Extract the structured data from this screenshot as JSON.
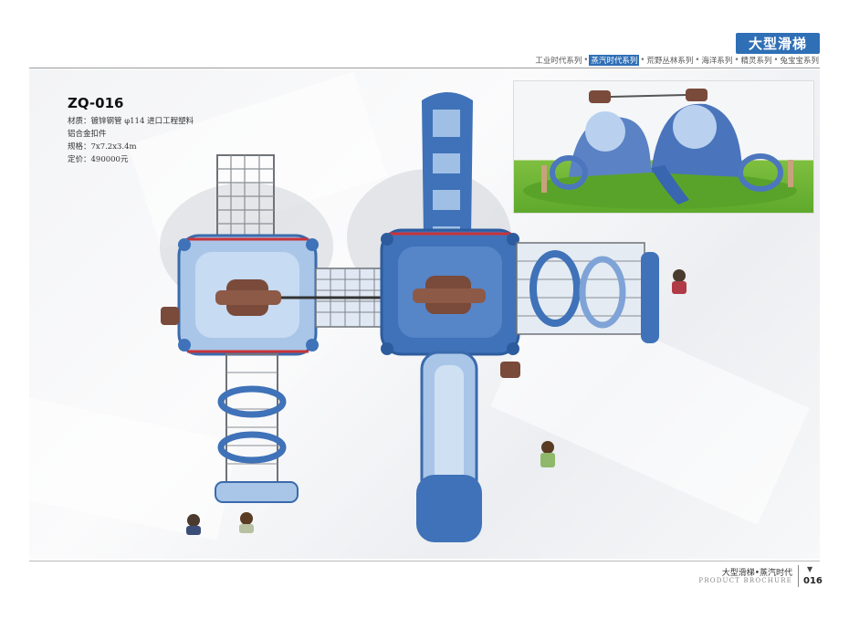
{
  "header": {
    "badge": "大型滑梯",
    "series": [
      {
        "label": "工业时代系列",
        "active": false
      },
      {
        "label": "蒸汽时代系列",
        "active": true
      },
      {
        "label": "荒野丛林系列",
        "active": false
      },
      {
        "label": "海洋系列",
        "active": false
      },
      {
        "label": "精灵系列",
        "active": false
      },
      {
        "label": "兔宝宝系列",
        "active": false
      }
    ],
    "separator": "•"
  },
  "product": {
    "code": "ZQ-016",
    "specs": [
      {
        "text": "材质：镀锌钢管 φ114    进口工程塑料"
      },
      {
        "text": "           铝合金扣件"
      },
      {
        "text": "规格：7x7.2x3.4m"
      },
      {
        "text": "定价：490000元"
      }
    ]
  },
  "footer": {
    "title": "大型滑梯•蒸汽时代",
    "subtitle": "PRODUCT BROCHURE",
    "arrow": "▼",
    "page": "016"
  },
  "colors": {
    "accent_blue": "#2f6fb6",
    "slide_blue": "#3f72b8",
    "light_blue": "#a9c6e8",
    "brown": "#7a4a3a",
    "red_trim": "#c8343a",
    "grass": "#6cb436"
  }
}
